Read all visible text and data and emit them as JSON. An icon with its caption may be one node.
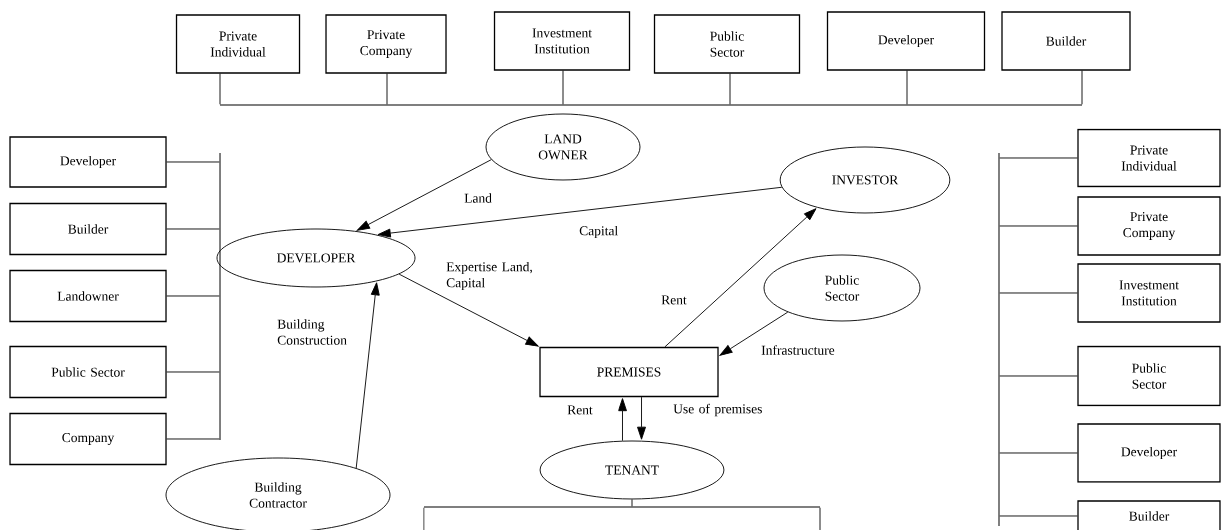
{
  "diagram": {
    "nodes": [
      {
        "text": [
          "Private Individual"
        ]
      },
      {
        "text": [
          "Private Company"
        ]
      },
      {
        "text": [
          "Investment Institution"
        ]
      },
      {
        "text": [
          "Public Sector"
        ]
      },
      {
        "text": [
          "Developer"
        ]
      },
      {
        "text": [
          "Builder"
        ]
      },
      {
        "text": [
          "Developer"
        ]
      },
      {
        "text": [
          "Builder"
        ]
      },
      {
        "text": [
          "Landowner"
        ]
      },
      {
        "text": [
          "Public Sector"
        ]
      },
      {
        "text": [
          "Company"
        ]
      },
      {
        "text": [
          "LAND OWNER"
        ]
      },
      {
        "text": [
          "INVESTOR"
        ]
      },
      {
        "text": [
          "DEVELOPER"
        ]
      },
      {
        "text": [
          "Public Sector"
        ]
      },
      {
        "text": [
          "PREMISES"
        ]
      },
      {
        "text": [
          "TENANT"
        ]
      },
      {
        "text": [
          "Building Contractor"
        ]
      },
      {
        "text": [
          "Private Individual"
        ]
      },
      {
        "text": [
          "Private Company"
        ]
      },
      {
        "text": [
          "Investment Institution"
        ]
      },
      {
        "text": [
          "Public Sector"
        ]
      },
      {
        "text": [
          "Developer"
        ]
      },
      {
        "text": [
          "Builder"
        ]
      },
      {
        "text": [],
        "shape": "bar"
      },
      {
        "text": [],
        "shape": "bar"
      },
      {
        "text": [],
        "shape": "bar"
      },
      {
        "text": [],
        "shape": "bar"
      }
    ],
    "edges": [
      {
        "from": 11,
        "to": 13,
        "arrow": "to",
        "label": "Land"
      },
      {
        "from": 12,
        "to": 13,
        "arrow": "to",
        "label": "Capital"
      },
      {
        "from": 13,
        "to": 15,
        "arrow": "to",
        "label": "Expertise Land, Capital"
      },
      {
        "from": 15,
        "to": 12,
        "arrow": "to",
        "label": "Rent"
      },
      {
        "from": 14,
        "to": 15,
        "arrow": "to",
        "label": "Infrastructure"
      },
      {
        "from": 16,
        "to": 15,
        "arrow": "to",
        "label": "Rent"
      },
      {
        "from": 15,
        "to": 16,
        "arrow": "to",
        "label": "Use of premises"
      },
      {
        "from": 17,
        "to": 13,
        "arrow": "to",
        "label": "Building Construction"
      },
      {
        "from": 0,
        "to": 24,
        "arrow": "none"
      },
      {
        "from": 1,
        "to": 24,
        "arrow": "none"
      },
      {
        "from": 2,
        "to": 24,
        "arrow": "none"
      },
      {
        "from": 3,
        "to": 24,
        "arrow": "none"
      },
      {
        "from": 4,
        "to": 24,
        "arrow": "none"
      },
      {
        "from": 5,
        "to": 24,
        "arrow": "none"
      },
      {
        "from": 6,
        "to": 25,
        "arrow": "none"
      },
      {
        "from": 7,
        "to": 25,
        "arrow": "none"
      },
      {
        "from": 8,
        "to": 25,
        "arrow": "none"
      },
      {
        "from": 9,
        "to": 25,
        "arrow": "none"
      },
      {
        "from": 10,
        "to": 25,
        "arrow": "none"
      },
      {
        "from": 18,
        "to": 26,
        "arrow": "none"
      },
      {
        "from": 19,
        "to": 26,
        "arrow": "none"
      },
      {
        "from": 20,
        "to": 26,
        "arrow": "none"
      },
      {
        "from": 21,
        "to": 26,
        "arrow": "none"
      },
      {
        "from": 22,
        "to": 26,
        "arrow": "none"
      },
      {
        "from": 23,
        "to": 26,
        "arrow": "none"
      },
      {
        "from": 16,
        "to": 27,
        "arrow": "none"
      },
      {
        "from": 27,
        "to": null,
        "arrow": "none"
      },
      {
        "from": 27,
        "to": null,
        "arrow": "none"
      }
    ]
  }
}
